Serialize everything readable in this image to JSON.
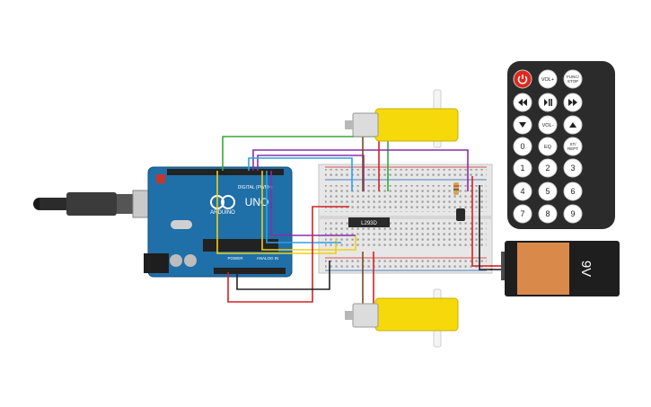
{
  "arduino": {
    "logo_text": "ARDUINO",
    "model_text": "UNO",
    "digital_label": "DIGITAL (PWM~)",
    "power_label": "POWER",
    "analog_label": "ANALOG IN"
  },
  "driver_chip": {
    "label": "L293D"
  },
  "battery": {
    "label": "9V"
  },
  "remote": {
    "buttons": [
      {
        "label": "",
        "icon": "power-icon"
      },
      {
        "label": "VOL+"
      },
      {
        "label": "FUNC/\nSTOP"
      },
      {
        "label": "",
        "icon": "rewind-icon"
      },
      {
        "label": "",
        "icon": "play-pause-icon"
      },
      {
        "label": "",
        "icon": "fast-forward-icon"
      },
      {
        "label": "",
        "icon": "down-arrow-icon"
      },
      {
        "label": "VOL-"
      },
      {
        "label": "",
        "icon": "up-arrow-icon"
      },
      {
        "label": "0"
      },
      {
        "label": "EQ"
      },
      {
        "label": "ST/\nREPT"
      },
      {
        "label": "1"
      },
      {
        "label": "2"
      },
      {
        "label": "3"
      },
      {
        "label": "4"
      },
      {
        "label": "5"
      },
      {
        "label": "6"
      },
      {
        "label": "7"
      },
      {
        "label": "8"
      },
      {
        "label": "9"
      }
    ]
  },
  "colors": {
    "board_blue": "#1f6fa8",
    "motor_yellow": "#f5d90a",
    "breadboard": "#e7e7e7",
    "remote_body": "#2b2b2b",
    "power_red": "#e0281c",
    "battery_orange": "#d9894a",
    "wire_green": "#3aa63a",
    "wire_purple": "#8a2ea6",
    "wire_blue": "#2ea1e0",
    "wire_yellow": "#f2cf12",
    "wire_red": "#d42222",
    "wire_black": "#222222",
    "wire_brown": "#7a4a22"
  }
}
